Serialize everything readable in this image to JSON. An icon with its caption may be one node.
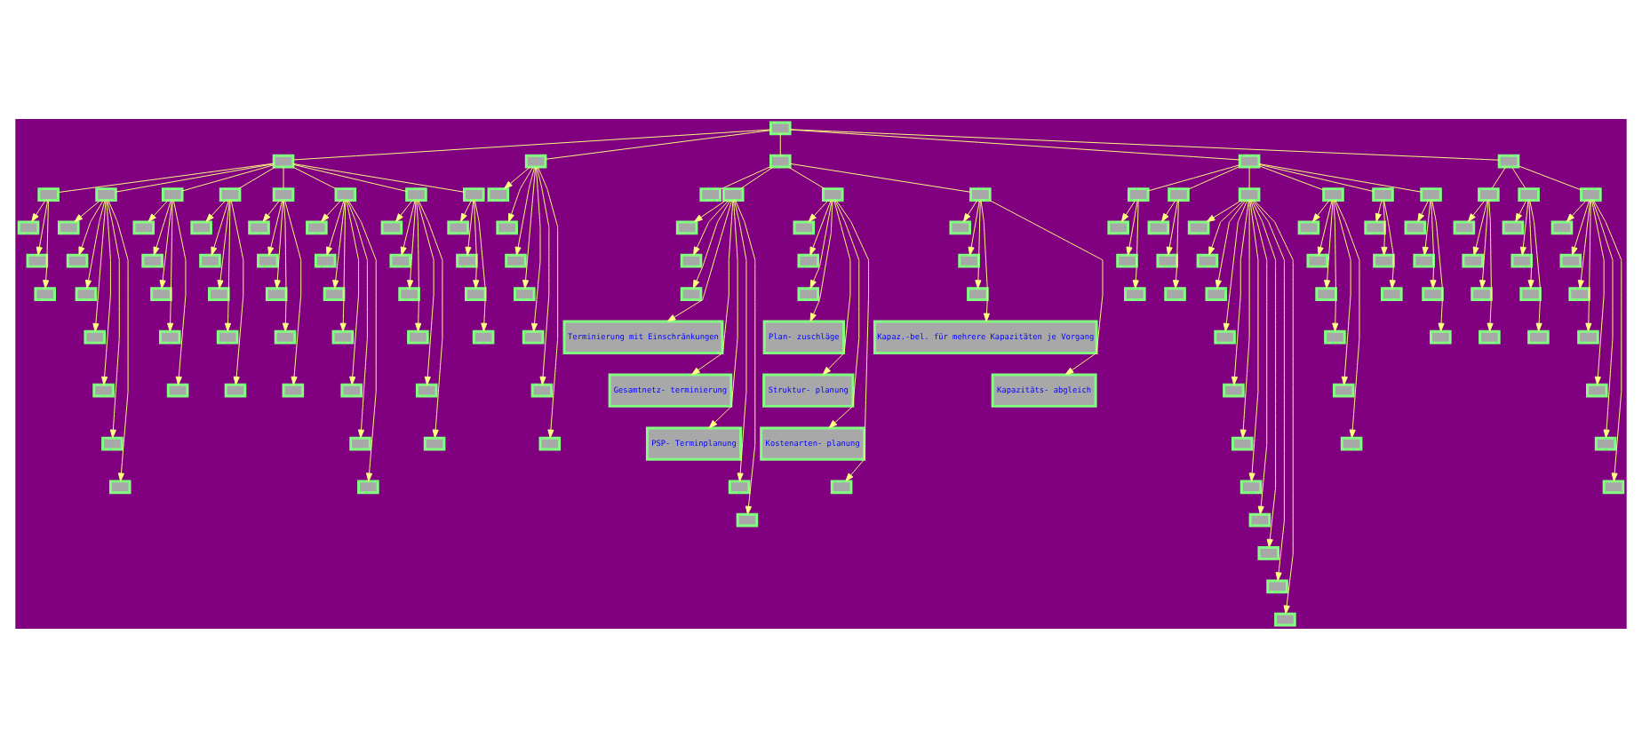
{
  "diagram": {
    "nodes": [
      {
        "text": [],
        "shape": "box"
      },
      {
        "text": [],
        "shape": "box"
      },
      {
        "text": [],
        "shape": "box"
      },
      {
        "text": [],
        "shape": "box"
      },
      {
        "text": [],
        "shape": "box"
      },
      {
        "text": [],
        "shape": "box"
      },
      {
        "text": [],
        "shape": "box"
      },
      {
        "text": [],
        "shape": "box"
      },
      {
        "text": [],
        "shape": "box"
      },
      {
        "text": [],
        "shape": "box"
      },
      {
        "text": [],
        "shape": "box"
      },
      {
        "text": [],
        "shape": "box"
      },
      {
        "text": [],
        "shape": "box"
      },
      {
        "text": [],
        "shape": "box"
      },
      {
        "text": [],
        "shape": "box"
      },
      {
        "text": [],
        "shape": "box"
      },
      {
        "text": [],
        "shape": "box"
      },
      {
        "text": [],
        "shape": "box"
      },
      {
        "text": [],
        "shape": "box"
      },
      {
        "text": [],
        "shape": "box"
      },
      {
        "text": [],
        "shape": "box"
      },
      {
        "text": [],
        "shape": "box"
      },
      {
        "text": [],
        "shape": "box"
      },
      {
        "text": [],
        "shape": "box"
      },
      {
        "text": [],
        "shape": "box"
      },
      {
        "text": [],
        "shape": "box"
      },
      {
        "text": [],
        "shape": "box"
      },
      {
        "text": [],
        "shape": "box"
      },
      {
        "text": [],
        "shape": "box"
      },
      {
        "text": [],
        "shape": "box"
      },
      {
        "text": [],
        "shape": "box"
      },
      {
        "text": [],
        "shape": "box"
      },
      {
        "text": [],
        "shape": "box"
      },
      {
        "text": [],
        "shape": "box"
      },
      {
        "text": [],
        "shape": "box"
      },
      {
        "text": [],
        "shape": "box"
      },
      {
        "text": [],
        "shape": "box"
      },
      {
        "text": [],
        "shape": "box"
      },
      {
        "text": [],
        "shape": "box"
      },
      {
        "text": [],
        "shape": "box"
      },
      {
        "text": [],
        "shape": "box"
      },
      {
        "text": [],
        "shape": "box"
      },
      {
        "text": [],
        "shape": "box"
      },
      {
        "text": [],
        "shape": "box"
      },
      {
        "text": [],
        "shape": "box"
      },
      {
        "text": [],
        "shape": "box"
      },
      {
        "text": [],
        "shape": "box"
      },
      {
        "text": [],
        "shape": "box"
      },
      {
        "text": [],
        "shape": "box"
      },
      {
        "text": [],
        "shape": "box"
      },
      {
        "text": [],
        "shape": "box"
      },
      {
        "text": [],
        "shape": "box"
      },
      {
        "text": [],
        "shape": "box"
      },
      {
        "text": [],
        "shape": "box"
      },
      {
        "text": [],
        "shape": "box"
      },
      {
        "text": [],
        "shape": "box"
      },
      {
        "text": [],
        "shape": "box"
      },
      {
        "text": [],
        "shape": "box"
      },
      {
        "text": [],
        "shape": "box"
      },
      {
        "text": [],
        "shape": "box"
      },
      {
        "text": [],
        "shape": "box"
      },
      {
        "text": [],
        "shape": "box"
      },
      {
        "text": [],
        "shape": "box"
      },
      {
        "text": [],
        "shape": "box"
      },
      {
        "text": [],
        "shape": "box"
      },
      {
        "text": [],
        "shape": "box"
      },
      {
        "text": [
          "Terminierung mit Einschränkungen"
        ]
      },
      {
        "text": [
          "Gesamtnetz- terminierung"
        ]
      },
      {
        "text": [
          "PSP- Terminplanung"
        ]
      },
      {
        "text": [],
        "shape": "box"
      },
      {
        "text": [],
        "shape": "box"
      },
      {
        "text": [],
        "shape": "box"
      },
      {
        "text": [],
        "shape": "box"
      },
      {
        "text": [],
        "shape": "box"
      },
      {
        "text": [],
        "shape": "box"
      },
      {
        "text": [
          "Plan- zuschläge"
        ]
      },
      {
        "text": [
          "Struktur- planung"
        ]
      },
      {
        "text": [
          "Kostenarten- planung"
        ]
      },
      {
        "text": [],
        "shape": "box"
      },
      {
        "text": [],
        "shape": "box"
      },
      {
        "text": [],
        "shape": "box"
      },
      {
        "text": [],
        "shape": "box"
      },
      {
        "text": [],
        "shape": "box"
      },
      {
        "text": [
          "Kapaz.-bel. für mehrere Kapazitäten je Vorgang"
        ]
      },
      {
        "text": [
          "Kapazitäts- abgleich"
        ]
      },
      {
        "text": [],
        "shape": "box"
      },
      {
        "text": [],
        "shape": "box"
      },
      {
        "text": [],
        "shape": "box"
      },
      {
        "text": [],
        "shape": "box"
      },
      {
        "text": [],
        "shape": "box"
      },
      {
        "text": [],
        "shape": "box"
      },
      {
        "text": [],
        "shape": "box"
      },
      {
        "text": [],
        "shape": "box"
      },
      {
        "text": [],
        "shape": "box"
      },
      {
        "text": [],
        "shape": "box"
      },
      {
        "text": [],
        "shape": "box"
      },
      {
        "text": [],
        "shape": "box"
      },
      {
        "text": [],
        "shape": "box"
      },
      {
        "text": [],
        "shape": "box"
      },
      {
        "text": [],
        "shape": "box"
      },
      {
        "text": [],
        "shape": "box"
      },
      {
        "text": [],
        "shape": "box"
      },
      {
        "text": [],
        "shape": "box"
      },
      {
        "text": [],
        "shape": "box"
      },
      {
        "text": [],
        "shape": "box"
      },
      {
        "text": [],
        "shape": "box"
      },
      {
        "text": [],
        "shape": "box"
      },
      {
        "text": [],
        "shape": "box"
      },
      {
        "text": [],
        "shape": "box"
      },
      {
        "text": [],
        "shape": "box"
      },
      {
        "text": [],
        "shape": "box"
      },
      {
        "text": [],
        "shape": "box"
      },
      {
        "text": [],
        "shape": "box"
      },
      {
        "text": [],
        "shape": "box"
      },
      {
        "text": [],
        "shape": "box"
      },
      {
        "text": [],
        "shape": "box"
      },
      {
        "text": [],
        "shape": "box"
      },
      {
        "text": [],
        "shape": "box"
      },
      {
        "text": [],
        "shape": "box"
      },
      {
        "text": [],
        "shape": "box"
      },
      {
        "text": [],
        "shape": "box"
      },
      {
        "text": [],
        "shape": "box"
      },
      {
        "text": [],
        "shape": "box"
      },
      {
        "text": [],
        "shape": "box"
      },
      {
        "text": [],
        "shape": "box"
      },
      {
        "text": [],
        "shape": "box"
      },
      {
        "text": [],
        "shape": "box"
      },
      {
        "text": [],
        "shape": "box"
      },
      {
        "text": [],
        "shape": "box"
      },
      {
        "text": [],
        "shape": "box"
      },
      {
        "text": [],
        "shape": "box"
      },
      {
        "text": [],
        "shape": "box"
      },
      {
        "text": [],
        "shape": "box"
      },
      {
        "text": [],
        "shape": "box"
      },
      {
        "text": [],
        "shape": "box"
      },
      {
        "text": [],
        "shape": "box"
      },
      {
        "text": [],
        "shape": "box"
      },
      {
        "text": [],
        "shape": "box"
      },
      {
        "text": [],
        "shape": "box"
      },
      {
        "text": [],
        "shape": "box"
      },
      {
        "text": [],
        "shape": "box"
      }
    ],
    "edges": [
      {
        "from": 0,
        "to": 1,
        "arrow": "none"
      },
      {
        "from": 0,
        "to": 52,
        "arrow": "none"
      },
      {
        "from": 0,
        "to": 60,
        "arrow": "none"
      },
      {
        "from": 0,
        "to": 85,
        "arrow": "none"
      },
      {
        "from": 0,
        "to": 122,
        "arrow": "none"
      },
      {
        "from": 1,
        "to": 2,
        "arrow": "none"
      },
      {
        "from": 1,
        "to": 6,
        "arrow": "none"
      },
      {
        "from": 1,
        "to": 14,
        "arrow": "none"
      },
      {
        "from": 1,
        "to": 20,
        "arrow": "none"
      },
      {
        "from": 1,
        "to": 26,
        "arrow": "none"
      },
      {
        "from": 1,
        "to": 32,
        "arrow": "none"
      },
      {
        "from": 1,
        "to": 40,
        "arrow": "none"
      },
      {
        "from": 1,
        "to": 47,
        "arrow": "none"
      },
      {
        "from": 2,
        "to": 3,
        "arrow": "to"
      },
      {
        "from": 2,
        "to": 4,
        "arrow": "to"
      },
      {
        "from": 2,
        "to": 5,
        "arrow": "to"
      },
      {
        "from": 6,
        "to": 7,
        "arrow": "to"
      },
      {
        "from": 6,
        "to": 8,
        "arrow": "to"
      },
      {
        "from": 6,
        "to": 9,
        "arrow": "to"
      },
      {
        "from": 6,
        "to": 10,
        "arrow": "to"
      },
      {
        "from": 6,
        "to": 11,
        "arrow": "to"
      },
      {
        "from": 6,
        "to": 12,
        "arrow": "to"
      },
      {
        "from": 6,
        "to": 13,
        "arrow": "to"
      },
      {
        "from": 14,
        "to": 15,
        "arrow": "to"
      },
      {
        "from": 14,
        "to": 16,
        "arrow": "to"
      },
      {
        "from": 14,
        "to": 17,
        "arrow": "to"
      },
      {
        "from": 14,
        "to": 18,
        "arrow": "to"
      },
      {
        "from": 14,
        "to": 19,
        "arrow": "to"
      },
      {
        "from": 20,
        "to": 21,
        "arrow": "to"
      },
      {
        "from": 20,
        "to": 22,
        "arrow": "to"
      },
      {
        "from": 20,
        "to": 23,
        "arrow": "to"
      },
      {
        "from": 20,
        "to": 24,
        "arrow": "to"
      },
      {
        "from": 20,
        "to": 25,
        "arrow": "to"
      },
      {
        "from": 26,
        "to": 27,
        "arrow": "to"
      },
      {
        "from": 26,
        "to": 28,
        "arrow": "to"
      },
      {
        "from": 26,
        "to": 29,
        "arrow": "to"
      },
      {
        "from": 26,
        "to": 30,
        "arrow": "to"
      },
      {
        "from": 26,
        "to": 31,
        "arrow": "to"
      },
      {
        "from": 32,
        "to": 33,
        "arrow": "to"
      },
      {
        "from": 32,
        "to": 34,
        "arrow": "to"
      },
      {
        "from": 32,
        "to": 35,
        "arrow": "to"
      },
      {
        "from": 32,
        "to": 36,
        "arrow": "to"
      },
      {
        "from": 32,
        "to": 37,
        "arrow": "to"
      },
      {
        "from": 32,
        "to": 38,
        "arrow": "to"
      },
      {
        "from": 32,
        "to": 39,
        "arrow": "to"
      },
      {
        "from": 40,
        "to": 41,
        "arrow": "to"
      },
      {
        "from": 40,
        "to": 42,
        "arrow": "to"
      },
      {
        "from": 40,
        "to": 43,
        "arrow": "to"
      },
      {
        "from": 40,
        "to": 44,
        "arrow": "to"
      },
      {
        "from": 40,
        "to": 45,
        "arrow": "to"
      },
      {
        "from": 40,
        "to": 46,
        "arrow": "to"
      },
      {
        "from": 47,
        "to": 48,
        "arrow": "to"
      },
      {
        "from": 47,
        "to": 49,
        "arrow": "to"
      },
      {
        "from": 47,
        "to": 50,
        "arrow": "to"
      },
      {
        "from": 47,
        "to": 51,
        "arrow": "to"
      },
      {
        "from": 52,
        "to": 53,
        "arrow": "to"
      },
      {
        "from": 52,
        "to": 54,
        "arrow": "to"
      },
      {
        "from": 52,
        "to": 55,
        "arrow": "to"
      },
      {
        "from": 52,
        "to": 56,
        "arrow": "to"
      },
      {
        "from": 52,
        "to": 57,
        "arrow": "to"
      },
      {
        "from": 52,
        "to": 58,
        "arrow": "to"
      },
      {
        "from": 52,
        "to": 59,
        "arrow": "to"
      },
      {
        "from": 60,
        "to": 61,
        "arrow": "none"
      },
      {
        "from": 60,
        "to": 62,
        "arrow": "none"
      },
      {
        "from": 60,
        "to": 71,
        "arrow": "none"
      },
      {
        "from": 60,
        "to": 79,
        "arrow": "none"
      },
      {
        "from": 62,
        "to": 63,
        "arrow": "to"
      },
      {
        "from": 62,
        "to": 64,
        "arrow": "to"
      },
      {
        "from": 62,
        "to": 65,
        "arrow": "to"
      },
      {
        "from": 62,
        "to": 66,
        "arrow": "to"
      },
      {
        "from": 62,
        "to": 67,
        "arrow": "to"
      },
      {
        "from": 62,
        "to": 68,
        "arrow": "to"
      },
      {
        "from": 62,
        "to": 69,
        "arrow": "to"
      },
      {
        "from": 62,
        "to": 70,
        "arrow": "to"
      },
      {
        "from": 71,
        "to": 72,
        "arrow": "to"
      },
      {
        "from": 71,
        "to": 73,
        "arrow": "to"
      },
      {
        "from": 71,
        "to": 74,
        "arrow": "to"
      },
      {
        "from": 71,
        "to": 75,
        "arrow": "to"
      },
      {
        "from": 71,
        "to": 76,
        "arrow": "to"
      },
      {
        "from": 71,
        "to": 77,
        "arrow": "to"
      },
      {
        "from": 71,
        "to": 78,
        "arrow": "to"
      },
      {
        "from": 79,
        "to": 80,
        "arrow": "to"
      },
      {
        "from": 79,
        "to": 81,
        "arrow": "to"
      },
      {
        "from": 79,
        "to": 82,
        "arrow": "to"
      },
      {
        "from": 79,
        "to": 83,
        "arrow": "to"
      },
      {
        "from": 79,
        "to": 84,
        "arrow": "to"
      },
      {
        "from": 85,
        "to": 86,
        "arrow": "none"
      },
      {
        "from": 85,
        "to": 90,
        "arrow": "none"
      },
      {
        "from": 85,
        "to": 94,
        "arrow": "none"
      },
      {
        "from": 85,
        "to": 106,
        "arrow": "none"
      },
      {
        "from": 85,
        "to": 113,
        "arrow": "none"
      },
      {
        "from": 85,
        "to": 117,
        "arrow": "none"
      },
      {
        "from": 86,
        "to": 87,
        "arrow": "to"
      },
      {
        "from": 86,
        "to": 88,
        "arrow": "to"
      },
      {
        "from": 86,
        "to": 89,
        "arrow": "to"
      },
      {
        "from": 90,
        "to": 91,
        "arrow": "to"
      },
      {
        "from": 90,
        "to": 92,
        "arrow": "to"
      },
      {
        "from": 90,
        "to": 93,
        "arrow": "to"
      },
      {
        "from": 94,
        "to": 95,
        "arrow": "to"
      },
      {
        "from": 94,
        "to": 96,
        "arrow": "to"
      },
      {
        "from": 94,
        "to": 97,
        "arrow": "to"
      },
      {
        "from": 94,
        "to": 98,
        "arrow": "to"
      },
      {
        "from": 94,
        "to": 99,
        "arrow": "to"
      },
      {
        "from": 94,
        "to": 100,
        "arrow": "to"
      },
      {
        "from": 94,
        "to": 101,
        "arrow": "to"
      },
      {
        "from": 94,
        "to": 102,
        "arrow": "to"
      },
      {
        "from": 94,
        "to": 103,
        "arrow": "to"
      },
      {
        "from": 94,
        "to": 104,
        "arrow": "to"
      },
      {
        "from": 94,
        "to": 105,
        "arrow": "to"
      },
      {
        "from": 106,
        "to": 107,
        "arrow": "to"
      },
      {
        "from": 106,
        "to": 108,
        "arrow": "to"
      },
      {
        "from": 106,
        "to": 109,
        "arrow": "to"
      },
      {
        "from": 106,
        "to": 110,
        "arrow": "to"
      },
      {
        "from": 106,
        "to": 111,
        "arrow": "to"
      },
      {
        "from": 106,
        "to": 112,
        "arrow": "to"
      },
      {
        "from": 113,
        "to": 114,
        "arrow": "to"
      },
      {
        "from": 113,
        "to": 115,
        "arrow": "to"
      },
      {
        "from": 113,
        "to": 116,
        "arrow": "to"
      },
      {
        "from": 117,
        "to": 118,
        "arrow": "to"
      },
      {
        "from": 117,
        "to": 119,
        "arrow": "to"
      },
      {
        "from": 117,
        "to": 120,
        "arrow": "to"
      },
      {
        "from": 117,
        "to": 121,
        "arrow": "to"
      },
      {
        "from": 122,
        "to": 123,
        "arrow": "none"
      },
      {
        "from": 122,
        "to": 128,
        "arrow": "none"
      },
      {
        "from": 122,
        "to": 133,
        "arrow": "none"
      },
      {
        "from": 123,
        "to": 124,
        "arrow": "to"
      },
      {
        "from": 123,
        "to": 125,
        "arrow": "to"
      },
      {
        "from": 123,
        "to": 126,
        "arrow": "to"
      },
      {
        "from": 123,
        "to": 127,
        "arrow": "to"
      },
      {
        "from": 128,
        "to": 129,
        "arrow": "to"
      },
      {
        "from": 128,
        "to": 130,
        "arrow": "to"
      },
      {
        "from": 128,
        "to": 131,
        "arrow": "to"
      },
      {
        "from": 128,
        "to": 132,
        "arrow": "to"
      },
      {
        "from": 133,
        "to": 134,
        "arrow": "to"
      },
      {
        "from": 133,
        "to": 135,
        "arrow": "to"
      },
      {
        "from": 133,
        "to": 136,
        "arrow": "to"
      },
      {
        "from": 133,
        "to": 137,
        "arrow": "to"
      },
      {
        "from": 133,
        "to": 138,
        "arrow": "to"
      },
      {
        "from": 133,
        "to": 139,
        "arrow": "to"
      },
      {
        "from": 133,
        "to": 140,
        "arrow": "to"
      }
    ]
  }
}
